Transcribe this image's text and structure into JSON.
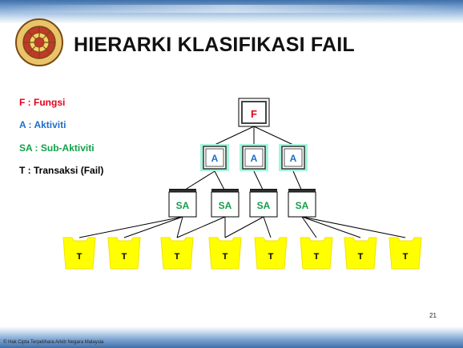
{
  "title": "HIERARKI KLASIFIKASI FAIL",
  "legend": [
    {
      "label": "F : Fungsi",
      "color": "#e3001b"
    },
    {
      "label": "A :  Aktiviti",
      "color": "#1a6fc9"
    },
    {
      "label": "SA : Sub-Aktiviti",
      "color": "#12a04a"
    },
    {
      "label": "T  : Transaksi (Fail)",
      "color": "#000000"
    }
  ],
  "diagram": {
    "root": {
      "label": "F"
    },
    "activities": [
      {
        "label": "A"
      },
      {
        "label": "A"
      },
      {
        "label": "A"
      }
    ],
    "sub_activities": [
      {
        "label": "SA"
      },
      {
        "label": "SA"
      },
      {
        "label": "SA"
      },
      {
        "label": "SA"
      }
    ],
    "transactions": [
      {
        "label": "T"
      },
      {
        "label": "T"
      },
      {
        "label": "T"
      },
      {
        "label": "T"
      },
      {
        "label": "T"
      },
      {
        "label": "T"
      },
      {
        "label": "T"
      },
      {
        "label": "T"
      }
    ]
  },
  "page_number": "21",
  "footer": "© Hak Cipta Terpelihara Arkib Negara Malaysia",
  "colors": {
    "band": "#3f6fa8",
    "file_yellow": "#ffff00",
    "activity_glow": "#a6f5dd"
  }
}
